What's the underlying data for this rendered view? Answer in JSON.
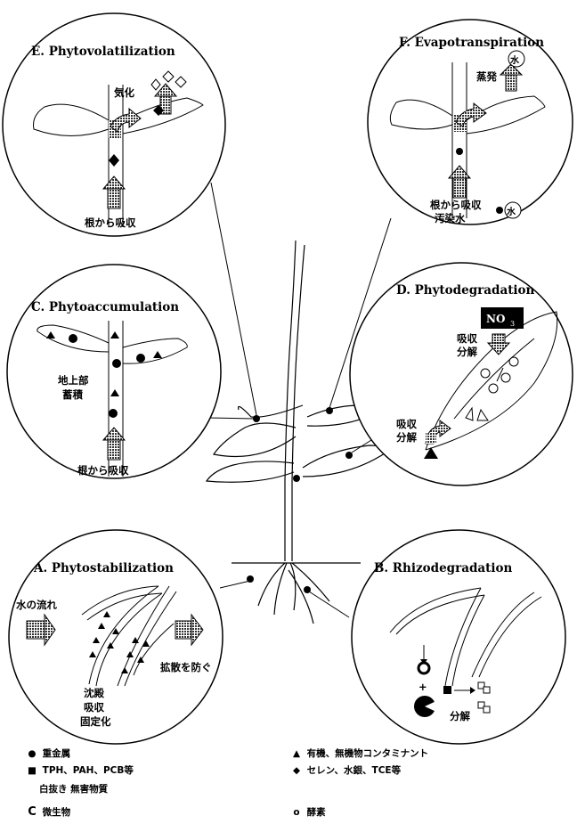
{
  "panels": {
    "E": {
      "title": "E.  Phytovolatilization",
      "vaporize": "気化",
      "root_uptake": "根から吸収"
    },
    "F": {
      "title": "F.  Evapotranspiration",
      "evaporate": "蒸発",
      "water": "水",
      "root_uptake": "根から吸収",
      "contaminated_water": "汚染水"
    },
    "C": {
      "title": "C.  Phytoaccumulation",
      "aboveground_1": "地上部",
      "aboveground_2": "蓄積",
      "root_uptake": "根から吸収"
    },
    "D": {
      "title": "D.  Phytodegradation",
      "nitrate": "NO",
      "nitrate_sub": "3",
      "absorb": "吸収",
      "decompose": "分解"
    },
    "A": {
      "title": "A.  Phytostabilization",
      "water_flow": "水の流れ",
      "precipitate": "沈殿",
      "absorb": "吸収",
      "immobilize": "固定化",
      "prevent_spread": "拡散を防ぐ"
    },
    "B": {
      "title": "B.  Rhizodegradation",
      "plus": "+",
      "decompose": "分解"
    }
  },
  "legend": {
    "heavy_metal": "重金属",
    "organic_inorganic": "有機、無機物コンタミナント",
    "tph": "TPH、PAH、PCB等",
    "selenium": "セレン、水銀、TCE等",
    "hollow": "白抜き  無害物質",
    "microbe": "微生物",
    "enzyme": "酵素"
  },
  "symbols": {
    "circle": "●",
    "triangle": "▲",
    "square": "■",
    "diamond": "◆",
    "microbe": "C",
    "enzyme": "o"
  }
}
